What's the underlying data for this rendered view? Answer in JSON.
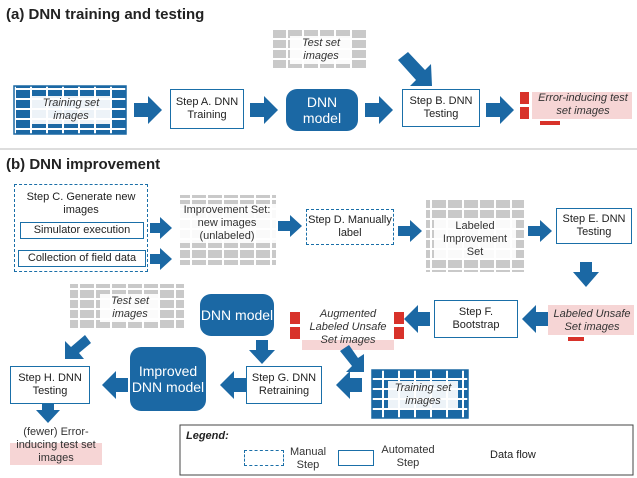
{
  "sections": {
    "a_title": "(a) DNN training and testing",
    "b_title": "(b) DNN improvement"
  },
  "a": {
    "test_images": "Test set images",
    "training_images": "Training set images",
    "step_a": "Step A. DNN Training",
    "dnn_model": "DNN model",
    "step_b": "Step B. DNN Testing",
    "error_images": "Error-inducing test set images"
  },
  "b": {
    "step_c": "Step C. Generate new images",
    "simulator": "Simulator execution",
    "field_data": "Collection of field data",
    "improvement_set": "Improvement Set: new images (unlabeled)",
    "step_d": "Step D. Manually label",
    "labeled_improvement": "Labeled Improvement Set",
    "step_e": "Step E. DNN Testing",
    "labeled_unsafe": "Labeled Unsafe Set images",
    "step_f": "Step F. Bootstrap",
    "augmented": "Augmented Labeled Unsafe Set images",
    "dnn_model": "DNN model",
    "test_images": "Test set images",
    "step_g": "Step G. DNN Retraining",
    "training_images": "Training set images",
    "improved_model": "Improved DNN model",
    "step_h": "Step H. DNN Testing",
    "fewer_errors": "(fewer) Error-inducing test set images"
  },
  "legend": {
    "title": "Legend:",
    "manual": "Manual Step",
    "automated": "Automated Step",
    "data_flow": "Data flow"
  },
  "colors": {
    "blue": "#1b68a4",
    "grey": "#c8c8c8",
    "red": "#d8322a",
    "pink": "#f6d5d5"
  }
}
